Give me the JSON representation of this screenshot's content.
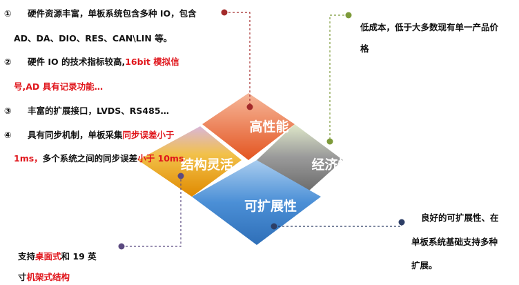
{
  "left_points": [
    {
      "num": "①",
      "lines": [
        [
          {
            "t": "硬件资源丰富，单板系统包含多种 IO，包含",
            "red": false
          }
        ],
        [
          {
            "t": "AD、DA、DIO、RES、CAN\\LIN 等。",
            "red": false
          }
        ]
      ]
    },
    {
      "num": "②",
      "lines": [
        [
          {
            "t": "硬件 IO 的技术指标较高,",
            "red": false
          },
          {
            "t": "16bit 模拟信",
            "red": true
          }
        ],
        [
          {
            "t": "号,AD 具有记录功能…",
            "red": true
          }
        ]
      ]
    },
    {
      "num": "③",
      "lines": [
        [
          {
            "t": "丰富的扩展接口，LVDS、RS485…",
            "red": false
          }
        ]
      ]
    },
    {
      "num": "④",
      "lines": [
        [
          {
            "t": "具有同步机制，单板采集",
            "red": false
          },
          {
            "t": "同步误差小于",
            "red": true
          }
        ],
        [
          {
            "t": "1ms，",
            "red": true
          },
          {
            "t": "多个系统之间的同步误差",
            "red": false
          },
          {
            "t": "小于 10ms",
            "red": true
          }
        ]
      ]
    }
  ],
  "top_right_text": [
    "低成本，低于大多数现有单一产品价",
    "格"
  ],
  "bottom_right_text": [
    "良好的可扩展性、在",
    "单板系统基础支持多种",
    "扩展。"
  ],
  "bottom_left_text": [
    [
      {
        "t": "支持",
        "red": false
      },
      {
        "t": "桌面式",
        "red": true
      },
      {
        "t": "和  19  英",
        "red": false
      }
    ],
    [
      {
        "t": "寸",
        "red": false
      },
      {
        "t": "机架式结构",
        "red": true
      }
    ]
  ],
  "diamonds": {
    "top": "高性能",
    "right": "经济性",
    "bottom": "可扩展性",
    "left": "结构灵活"
  },
  "colors": {
    "red_text": "#e0151b",
    "top": "#e8622a",
    "right": "#7f7f7f",
    "bottom": "#3f86d0",
    "left": "#e8a20c",
    "marker_red": "#a32a2a",
    "marker_green": "#7d9a3a",
    "marker_purple": "#5b4a80",
    "marker_navy": "#2d3e66"
  }
}
